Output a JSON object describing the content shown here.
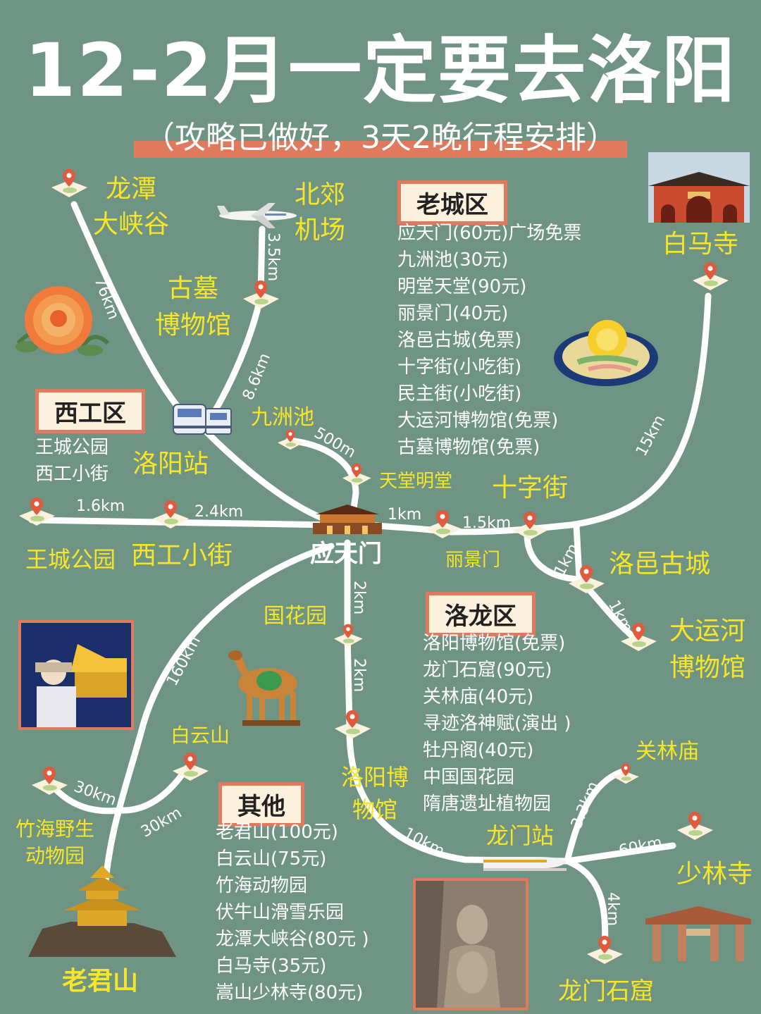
{
  "title": "12-2月一定要去洛阳",
  "subtitle": "（攻略已做好，3天2晚行程安排）",
  "colors": {
    "background": "#6f9483",
    "route": "#ffffff",
    "place_label": "#f6e528",
    "accent": "#e07a5f",
    "district_tag": "#fbf1dd"
  },
  "places": {
    "longtan": "龙潭\n大峡谷",
    "beijiao": "北郊\n机场",
    "gumu": "古墓\n博物馆",
    "baima": "白马寺",
    "jiuzhouchi": "九洲池",
    "tiantang": "天堂明堂",
    "luoyang_station": "洛阳站",
    "wangcheng": "王城公园",
    "xigong": "西工小街",
    "yingtianmen": "应天门",
    "lijingmen": "丽景门",
    "shizijie": "十字街",
    "luoyi": "洛邑古城",
    "dayunhe": "大运河\n博物馆",
    "guohuayuan": "国花园",
    "luoyang_museum": "洛阳博\n物馆",
    "baiyunshan": "白云山",
    "zhuhai": "竹海野生\n动物园",
    "laojunshan": "老君山",
    "guanlinmiao": "关林庙",
    "longmen_station": "龙门站",
    "shaolinsi": "少林寺",
    "longmen_grottoes": "龙门石窟"
  },
  "distances": {
    "longtan_route": "76km",
    "airport_route": "3.5km",
    "gumu_route": "8.6km",
    "jiuzhouchi_route": "500m",
    "baima_route": "15km",
    "wangcheng_route": "1.6km",
    "xigong_route": "2.4km",
    "lijingmen_route": "1km",
    "shizijie_route": "1.5km",
    "luoyi_route": "1km",
    "dayunhe_route": "1km",
    "guohuayuan_route": "2km",
    "museum_route": "2km",
    "laojunshan_route": "160km",
    "zhuhai_route": "30km",
    "baiyunshan_route": "30km",
    "longmen_route": "10km",
    "guanlin_route": "3.3km",
    "shaolin_route": "60km",
    "grottoes_route": "4km"
  },
  "districts": {
    "old_city": {
      "name": "老城区",
      "items": [
        "应天门(60元)广场免票",
        "九洲池(30元)",
        "明堂天堂(90元)",
        "丽景门(40元)",
        "洛邑古城(免票)",
        "十字街(小吃街)",
        "民主街(小吃街)",
        "大运河博物馆(免票)",
        "古墓博物馆(免票)"
      ]
    },
    "xigong": {
      "name": "西工区",
      "items": [
        "王城公园",
        "西工小街"
      ]
    },
    "luolong": {
      "name": "洛龙区",
      "items": [
        "洛阳博物馆(免票)",
        "龙门石窟(90元)",
        "关林庙(40元)",
        "寻迹洛神赋(演出 )",
        "牡丹阁(40元)",
        "中国国花园",
        "隋唐遗址植物园"
      ]
    },
    "other": {
      "name": "其他",
      "items": [
        "老君山(100元)",
        "白云山(75元)",
        "竹海动物园",
        "伏牛山滑雪乐园",
        "龙潭大峡谷(80元 )",
        "白马寺(35元)",
        "嵩山少林寺(80元)"
      ]
    }
  },
  "icons": {
    "pin": "map-pin-icon",
    "plane": "airplane-icon",
    "train": "train-icon",
    "gate": "yingtianmen-gate-icon",
    "peony": "peony-flower-icon",
    "dish": "peony-dish-icon",
    "horse": "tang-sancai-horse-icon",
    "temple": "baima-temple-icon",
    "bullet_train": "bullet-train-icon",
    "archway": "shaolin-archway-icon",
    "buddha": "longmen-buddha-icon",
    "pavilion": "laojunshan-pavilion-icon"
  }
}
